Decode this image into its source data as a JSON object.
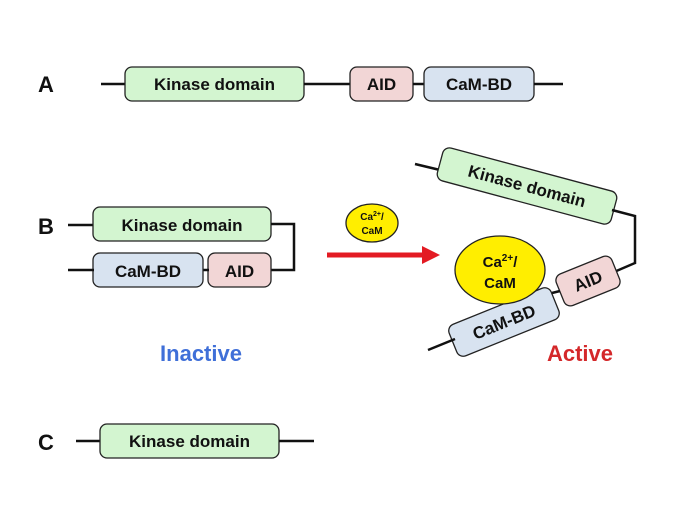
{
  "colors": {
    "kinase": "#d3f5d0",
    "aid": "#f2d6d6",
    "cambd": "#d8e3f0",
    "cam": "#ffee00",
    "arrow": "#e31b23",
    "inactive": "#3f6fd8",
    "active": "#d4282a"
  },
  "panels": {
    "a": {
      "letter": "A",
      "kinase": "Kinase domain",
      "aid": "AID",
      "cambd": "CaM-BD"
    },
    "b": {
      "letter": "B",
      "kinase": "Kinase domain",
      "aid": "AID",
      "cambd": "CaM-BD",
      "state_label": "Inactive"
    },
    "c": {
      "letter": "C",
      "kinase": "Kinase domain"
    }
  },
  "transition": {
    "cam_line1": "Ca",
    "cam_sup": "2+",
    "cam_slash": "/",
    "cam_line2": "CaM"
  },
  "active": {
    "kinase": "Kinase domain",
    "aid": "AID",
    "cambd": "CaM-BD",
    "cam_line1": "Ca",
    "cam_sup": "2+",
    "cam_slash": "/",
    "cam_line2": "CaM",
    "state_label": "Active"
  }
}
